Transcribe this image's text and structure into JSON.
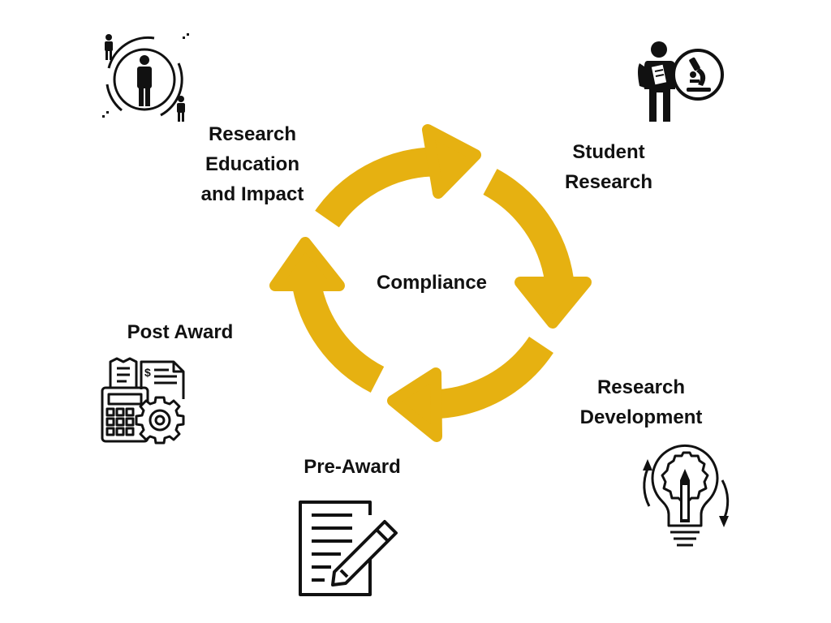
{
  "center": {
    "label": "Compliance"
  },
  "stages": [
    {
      "id": "research-education",
      "lines": [
        "Research",
        "Education",
        "and Impact"
      ],
      "icon": "people-circle-icon"
    },
    {
      "id": "student-research",
      "lines": [
        "Student",
        "Research"
      ],
      "icon": "student-microscope-icon"
    },
    {
      "id": "research-development",
      "lines": [
        "Research",
        "Development"
      ],
      "icon": "lightbulb-pencil-icon"
    },
    {
      "id": "pre-award",
      "lines": [
        "Pre-Award"
      ],
      "icon": "document-pencil-icon"
    },
    {
      "id": "post-award",
      "lines": [
        "Post Award"
      ],
      "icon": "calculator-gear-icon"
    }
  ],
  "colors": {
    "arrow": "#E6B111",
    "text": "#111111",
    "icon": "#111111",
    "background": "#ffffff"
  }
}
